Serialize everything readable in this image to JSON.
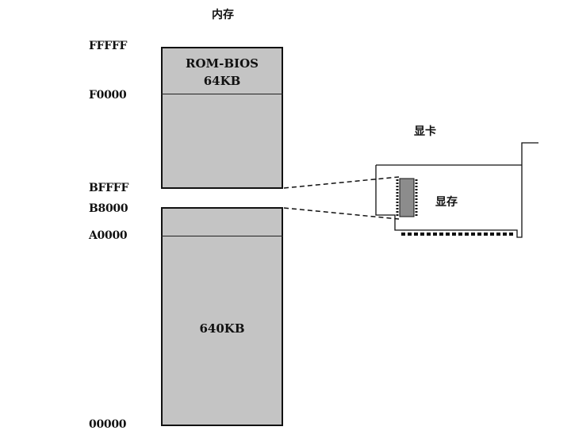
{
  "title": "内存",
  "addresses": {
    "fffff": "FFFFF",
    "f0000": "F0000",
    "bffff": "BFFFF",
    "b8000": "B8000",
    "a0000": "A0000",
    "zero": "00000"
  },
  "blocks": {
    "rom_bios": {
      "line1": "ROM-BIOS",
      "line2": "64KB"
    },
    "conventional": "640KB"
  },
  "card": {
    "title": "显卡",
    "vram": "显存"
  },
  "colors": {
    "block_fill": "#c4c4c4",
    "chip_fill": "#8c8c8c",
    "line": "#111111"
  }
}
